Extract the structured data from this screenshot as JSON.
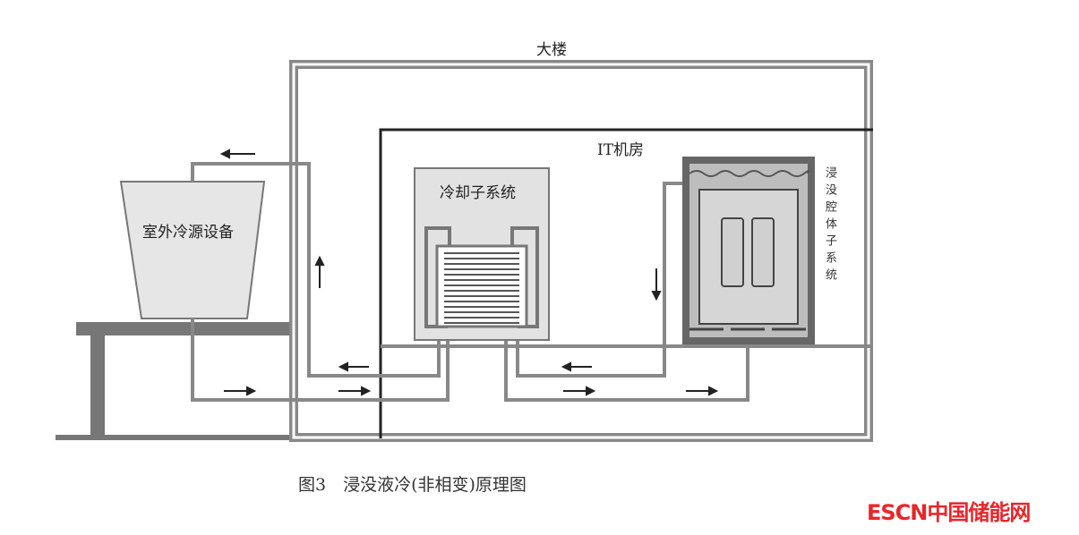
{
  "labels": {
    "building": "大楼",
    "it_room": "IT机房",
    "cooling_subsystem": "冷却子系统",
    "outdoor_unit": "室外冷源设备",
    "immersion_subsystem": "浸没腔体子系统"
  },
  "caption": "图3　浸没液冷(非相变)原理图",
  "watermark": "ESCN中国储能网",
  "colors": {
    "pipe": "#8a8a8a",
    "box_fill": "#e2e2e2",
    "logo": "#e8262b"
  }
}
